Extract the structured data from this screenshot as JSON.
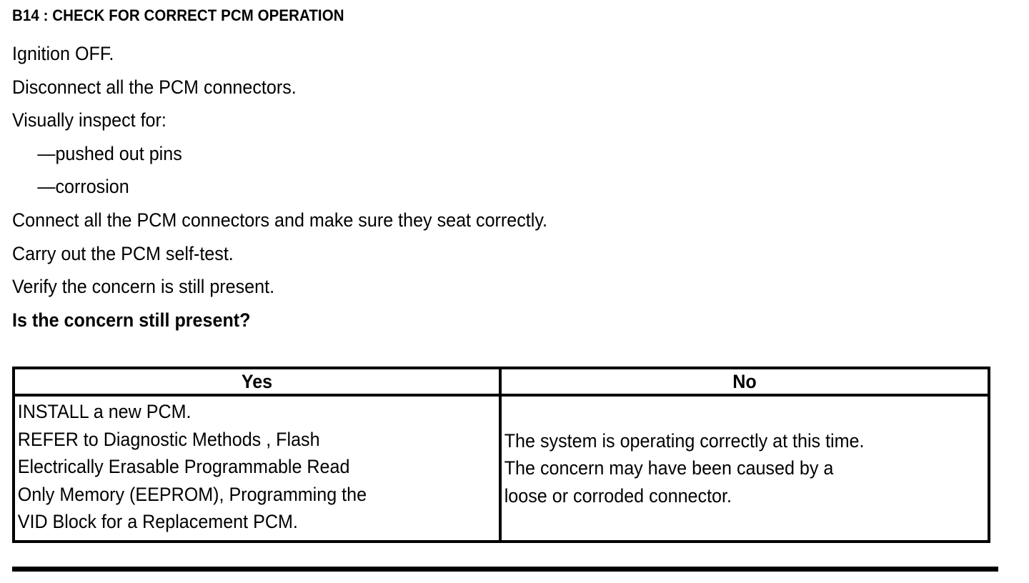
{
  "document": {
    "step_title": "B14 : CHECK FOR CORRECT PCM OPERATION",
    "procedure": [
      {
        "text": "Ignition OFF.",
        "indent": false,
        "bold": false
      },
      {
        "text": "Disconnect all the PCM connectors.",
        "indent": false,
        "bold": false
      },
      {
        "text": "Visually inspect for:",
        "indent": false,
        "bold": false
      },
      {
        "text": "—pushed out pins",
        "indent": true,
        "bold": false
      },
      {
        "text": "—corrosion",
        "indent": true,
        "bold": false
      },
      {
        "text": "Connect all the PCM connectors and make sure they seat correctly.",
        "indent": false,
        "bold": false
      },
      {
        "text": "Carry out the PCM self-test.",
        "indent": false,
        "bold": false
      },
      {
        "text": "Verify the concern is still present.",
        "indent": false,
        "bold": false
      },
      {
        "text": "Is the concern still present?",
        "indent": false,
        "bold": true
      }
    ],
    "decision_table": {
      "headers": [
        "Yes",
        "No"
      ],
      "cells": [
        "INSTALL a new PCM.\nREFER to Diagnostic Methods , Flash\nElectrically Erasable Programmable Read\nOnly Memory  (EEPROM), Programming the\nVID Block for a Replacement PCM.",
        "The system is operating correctly at this time.\nThe concern may have been caused by a\nloose or corroded connector."
      ]
    },
    "colors": {
      "ink": "#000000",
      "paper": "#ffffff"
    }
  }
}
